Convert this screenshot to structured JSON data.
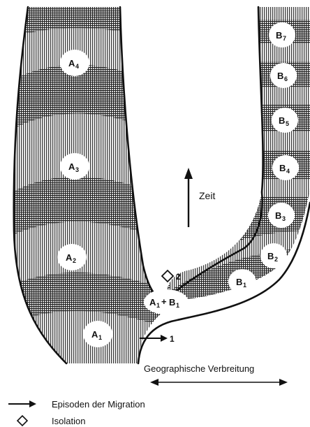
{
  "zones_left": [
    {
      "base": "A",
      "sub": "4"
    },
    {
      "base": "A",
      "sub": "3"
    },
    {
      "base": "A",
      "sub": "2"
    },
    {
      "base": "A",
      "sub": "1"
    }
  ],
  "zones_right": [
    {
      "base": "B",
      "sub": "7"
    },
    {
      "base": "B",
      "sub": "6"
    },
    {
      "base": "B",
      "sub": "5"
    },
    {
      "base": "B",
      "sub": "4"
    },
    {
      "base": "B",
      "sub": "3"
    },
    {
      "base": "B",
      "sub": "2"
    },
    {
      "base": "B",
      "sub": "1"
    }
  ],
  "zone_combined": {
    "a": "A",
    "a_sub": "1",
    "plus": "+",
    "b": "B",
    "b_sub": "1"
  },
  "time_label": "Zeit",
  "migration_marker": "1",
  "isolation_marker": "2",
  "distribution_label": "Geographische Verbreitung",
  "legend": {
    "migration": "Episoden der Migration",
    "isolation": "Isolation"
  },
  "colors": {
    "ink": "#111111",
    "background": "#ffffff",
    "disc": "#ffffff"
  }
}
